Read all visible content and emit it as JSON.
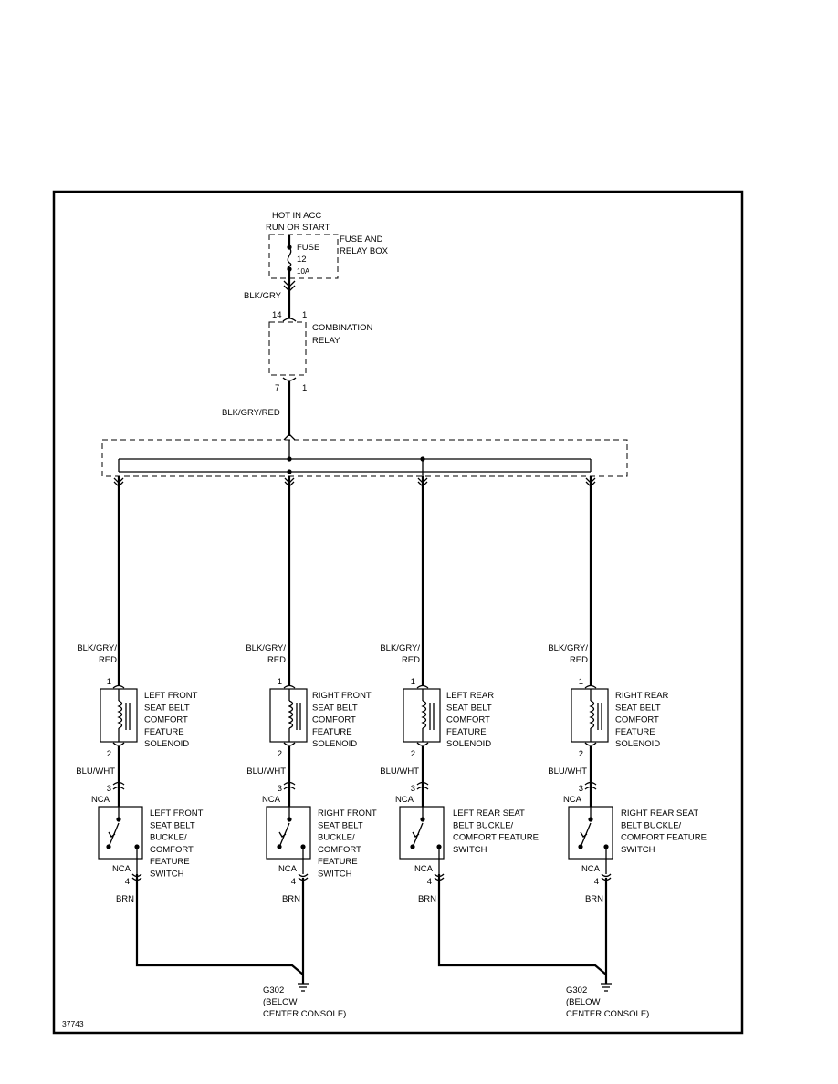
{
  "supply": {
    "line1": "HOT IN ACC",
    "line2": "RUN OR START"
  },
  "fuse_box": {
    "name_line1": "FUSE AND",
    "name_line2": "RELAY BOX",
    "fuse_label": "FUSE",
    "fuse_number": "12",
    "fuse_rating": "10A"
  },
  "wire_top": "BLK/GRY",
  "relay": {
    "name_line1": "COMBINATION",
    "name_line2": "RELAY",
    "pin_in": "14",
    "pin_in_b": "1",
    "pin_out": "7",
    "pin_out_b": "1"
  },
  "wire_relay_out": "BLK/GRY/RED",
  "branches": [
    {
      "wire_a1": "BLK/GRY/",
      "wire_a2": "RED",
      "pin1": "1",
      "pin2": "2",
      "solenoid": [
        "LEFT FRONT",
        "SEAT BELT",
        "COMFORT",
        "FEATURE",
        "SOLENOID"
      ],
      "wire_b": "BLU/WHT",
      "pin3": "3",
      "nca_top": "NCA",
      "switch": [
        "LEFT FRONT",
        "SEAT BELT",
        "BUCKLE/",
        "COMFORT",
        "FEATURE",
        "SWITCH"
      ],
      "nca_bottom": "NCA",
      "pin4": "4",
      "wire_c": "BRN"
    },
    {
      "wire_a1": "BLK/GRY/",
      "wire_a2": "RED",
      "pin1": "1",
      "pin2": "2",
      "solenoid": [
        "RIGHT FRONT",
        "SEAT BELT",
        "COMFORT",
        "FEATURE",
        "SOLENOID"
      ],
      "wire_b": "BLU/WHT",
      "pin3": "3",
      "nca_top": "NCA",
      "switch": [
        "RIGHT FRONT",
        "SEAT BELT",
        "BUCKLE/",
        "COMFORT",
        "FEATURE",
        "SWITCH"
      ],
      "nca_bottom": "NCA",
      "pin4": "4",
      "wire_c": "BRN"
    },
    {
      "wire_a1": "BLK/GRY/",
      "wire_a2": "RED",
      "pin1": "1",
      "pin2": "2",
      "solenoid": [
        "LEFT REAR",
        "SEAT BELT",
        "COMFORT",
        "FEATURE",
        "SOLENOID"
      ],
      "wire_b": "BLU/WHT",
      "pin3": "3",
      "nca_top": "NCA",
      "switch": [
        "LEFT REAR SEAT",
        "BELT BUCKLE/",
        "COMFORT FEATURE",
        "SWITCH"
      ],
      "nca_bottom": "NCA",
      "pin4": "4",
      "wire_c": "BRN"
    },
    {
      "wire_a1": "BLK/GRY/",
      "wire_a2": "RED",
      "pin1": "1",
      "pin2": "2",
      "solenoid": [
        "RIGHT REAR",
        "SEAT BELT",
        "COMFORT",
        "FEATURE",
        "SOLENOID"
      ],
      "wire_b": "BLU/WHT",
      "pin3": "3",
      "nca_top": "NCA",
      "switch": [
        "RIGHT REAR SEAT",
        "BELT BUCKLE/",
        "COMFORT FEATURE",
        "SWITCH"
      ],
      "nca_bottom": "NCA",
      "pin4": "4",
      "wire_c": "BRN"
    }
  ],
  "grounds": [
    {
      "name": "G302",
      "line2": "(BELOW",
      "line3": "CENTER CONSOLE)"
    },
    {
      "name": "G302",
      "line2": "(BELOW",
      "line3": "CENTER CONSOLE)"
    }
  ],
  "figure_id": "37743"
}
